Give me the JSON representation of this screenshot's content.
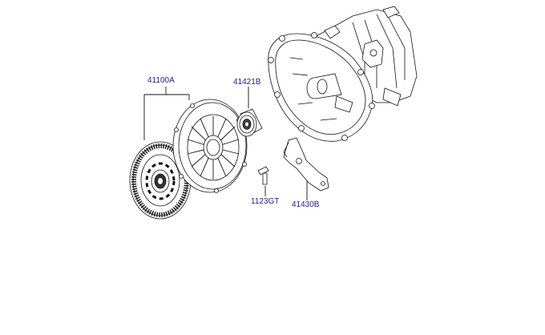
{
  "callouts": {
    "clutch_set": "41100A",
    "release_bearing": "41421B",
    "bolt": "1123GT",
    "release_fork": "41430B"
  },
  "colors": {
    "label_text": "#1a1a9c",
    "line": "#111111",
    "background": "#ffffff"
  }
}
